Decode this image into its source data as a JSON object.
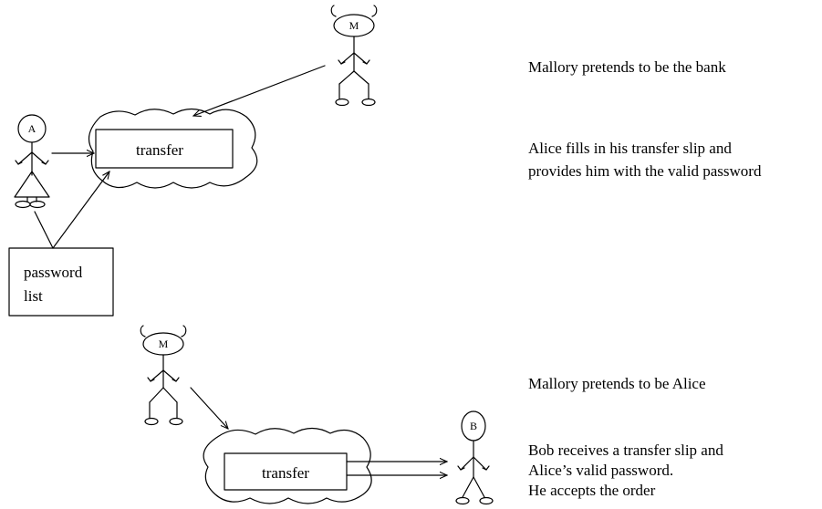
{
  "scenes": [
    {
      "captions": [
        "Mallory pretends to be the bank",
        "Alice fills in his transfer slip and",
        "provides him with the valid password"
      ],
      "transfer_label": "transfer",
      "password_list_lines": [
        "password",
        "list"
      ],
      "alice_label": "A",
      "mallory_label": "M"
    },
    {
      "captions": [
        "Mallory pretends to be Alice",
        "Bob receives a transfer slip and",
        "Alice’s valid password.",
        "He accepts the order"
      ],
      "transfer_label": "transfer",
      "bob_label": "B",
      "mallory_label": "M"
    }
  ]
}
